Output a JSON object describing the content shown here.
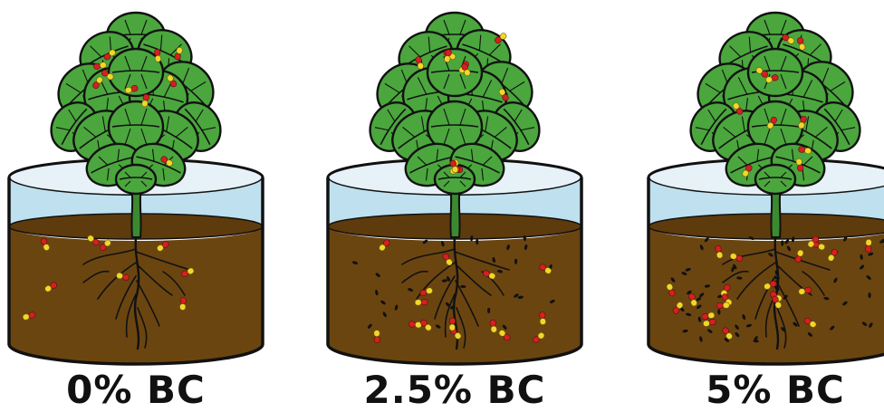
{
  "panels": [
    {
      "label": "0% BC",
      "biochar_density": 0
    },
    {
      "label": "2.5% BC",
      "biochar_density": 0.5
    },
    {
      "label": "5% BC",
      "biochar_density": 1
    }
  ],
  "colors": {
    "water": "#bfe0ee",
    "soil": "#6b4510",
    "leaf": "#4aa63d",
    "leaf_vein": "#111111",
    "pill_red": "#d42020",
    "pill_yellow": "#f2d629",
    "biochar": "#111111"
  }
}
